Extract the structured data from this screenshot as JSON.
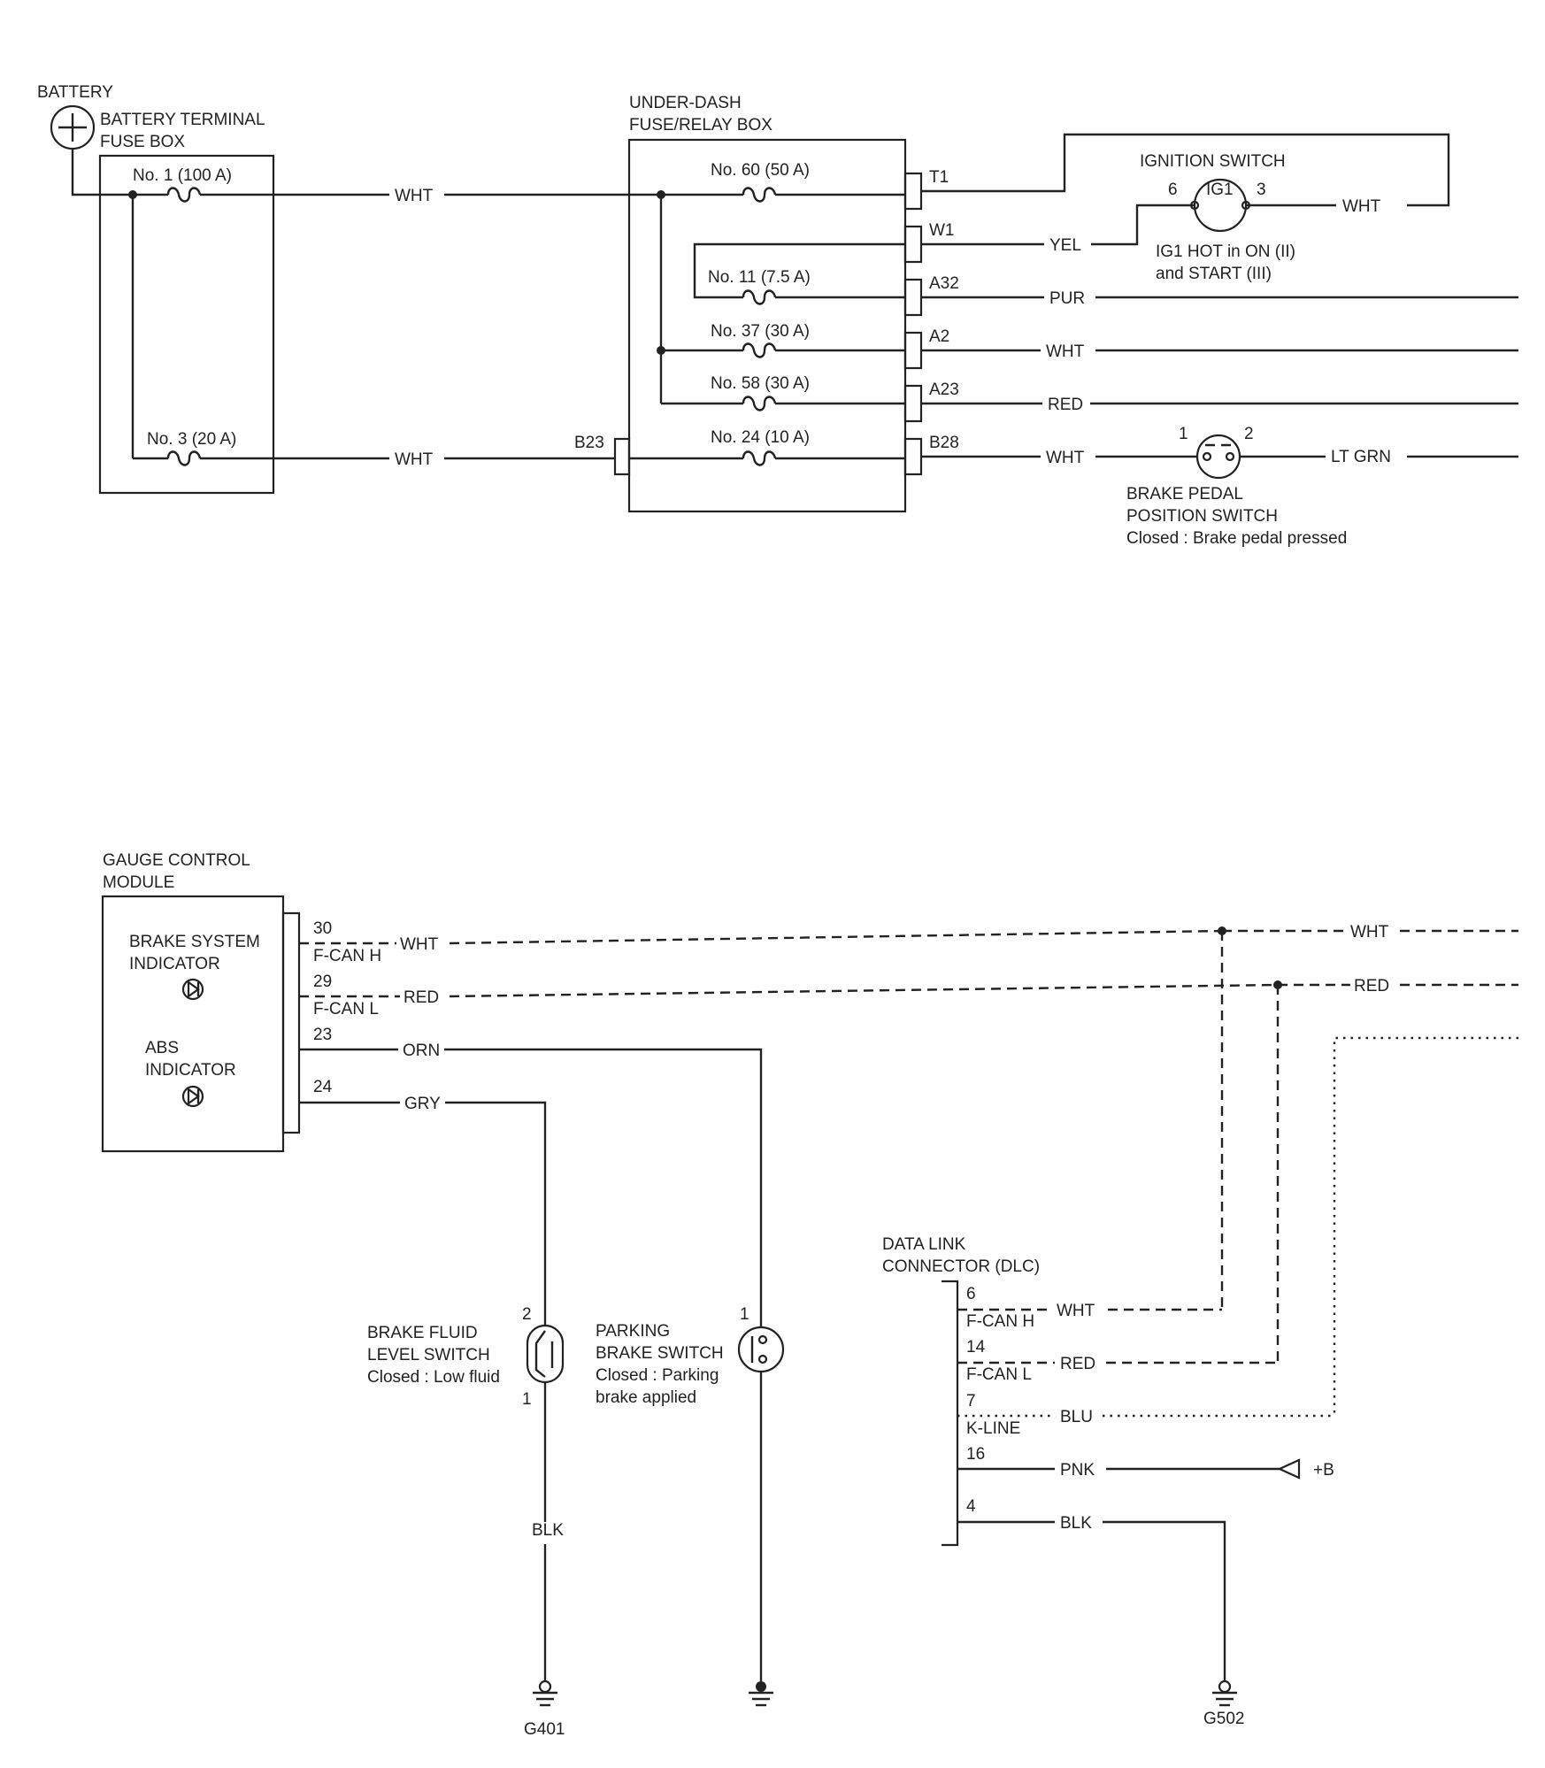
{
  "battery": {
    "label": "BATTERY"
  },
  "battery_fuse_box": {
    "label_line1": "BATTERY TERMINAL",
    "label_line2": "FUSE BOX",
    "fuse1": "No. 1 (100 A)",
    "fuse3": "No. 3 (20 A)"
  },
  "underdash_box": {
    "label_line1": "UNDER-DASH",
    "label_line2": "FUSE/RELAY BOX",
    "fuse60": "No. 60 (50 A)",
    "fuse11": "No. 11 (7.5 A)",
    "fuse37": "No. 37 (30 A)",
    "fuse58": "No. 58 (30 A)",
    "fuse24": "No. 24 (10 A)",
    "term_t1": "T1",
    "term_w1": "W1",
    "term_a32": "A32",
    "term_a2": "A2",
    "term_a23": "A23",
    "term_b28": "B28",
    "term_b23": "B23"
  },
  "ignition_switch": {
    "label": "IGNITION SWITCH",
    "contact": "IG1",
    "pin6": "6",
    "pin3": "3",
    "note_line1": "IG1 HOT in ON (II)",
    "note_line2": "and START (III)"
  },
  "brake_pedal_switch": {
    "label_line1": "BRAKE PEDAL",
    "label_line2": "POSITION SWITCH",
    "note": "Closed : Brake pedal pressed",
    "pin1": "1",
    "pin2": "2"
  },
  "wires": {
    "wht": "WHT",
    "yel": "YEL",
    "pur": "PUR",
    "red": "RED",
    "lt_grn": "LT GRN",
    "orn": "ORN",
    "gry": "GRY",
    "blk": "BLK",
    "blu": "BLU",
    "pnk": "PNK"
  },
  "gauge_module": {
    "label_line1": "GAUGE CONTROL",
    "label_line2": "MODULE",
    "brake_ind_line1": "BRAKE SYSTEM",
    "brake_ind_line2": "INDICATOR",
    "abs_ind_line1": "ABS",
    "abs_ind_line2": "INDICATOR",
    "pin30": "30",
    "pin29": "29",
    "pin23": "23",
    "pin24": "24",
    "fcanh": "F-CAN H",
    "fcanl": "F-CAN L"
  },
  "brake_fluid_switch": {
    "label_line1": "BRAKE FLUID",
    "label_line2": "LEVEL SWITCH",
    "note": "Closed : Low fluid",
    "pin2": "2",
    "pin1": "1"
  },
  "parking_brake_switch": {
    "label_line1": "PARKING",
    "label_line2": "BRAKE SWITCH",
    "note_line1": "Closed : Parking",
    "note_line2": "brake applied",
    "pin1": "1"
  },
  "dlc": {
    "label_line1": "DATA LINK",
    "label_line2": "CONNECTOR (DLC)",
    "pin6": "6",
    "pin14": "14",
    "pin7": "7",
    "pin16": "16",
    "pin4": "4",
    "fcanh": "F-CAN H",
    "fcanl": "F-CAN L",
    "kline": "K-LINE",
    "plus_b": "+B"
  },
  "grounds": {
    "g401": "G401",
    "g502": "G502"
  }
}
